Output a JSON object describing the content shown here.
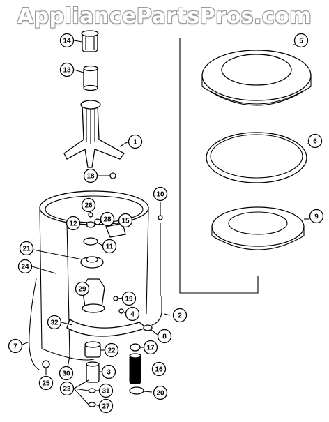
{
  "watermark": "AppliancePartsPros.com",
  "callouts": [
    "14",
    "13",
    "1",
    "18",
    "5",
    "6",
    "9",
    "10",
    "26",
    "28",
    "12",
    "15",
    "11",
    "21",
    "24",
    "29",
    "19",
    "4",
    "2",
    "32",
    "17",
    "8",
    "7",
    "22",
    "3",
    "16",
    "30",
    "31",
    "20",
    "23",
    "25",
    "27"
  ]
}
